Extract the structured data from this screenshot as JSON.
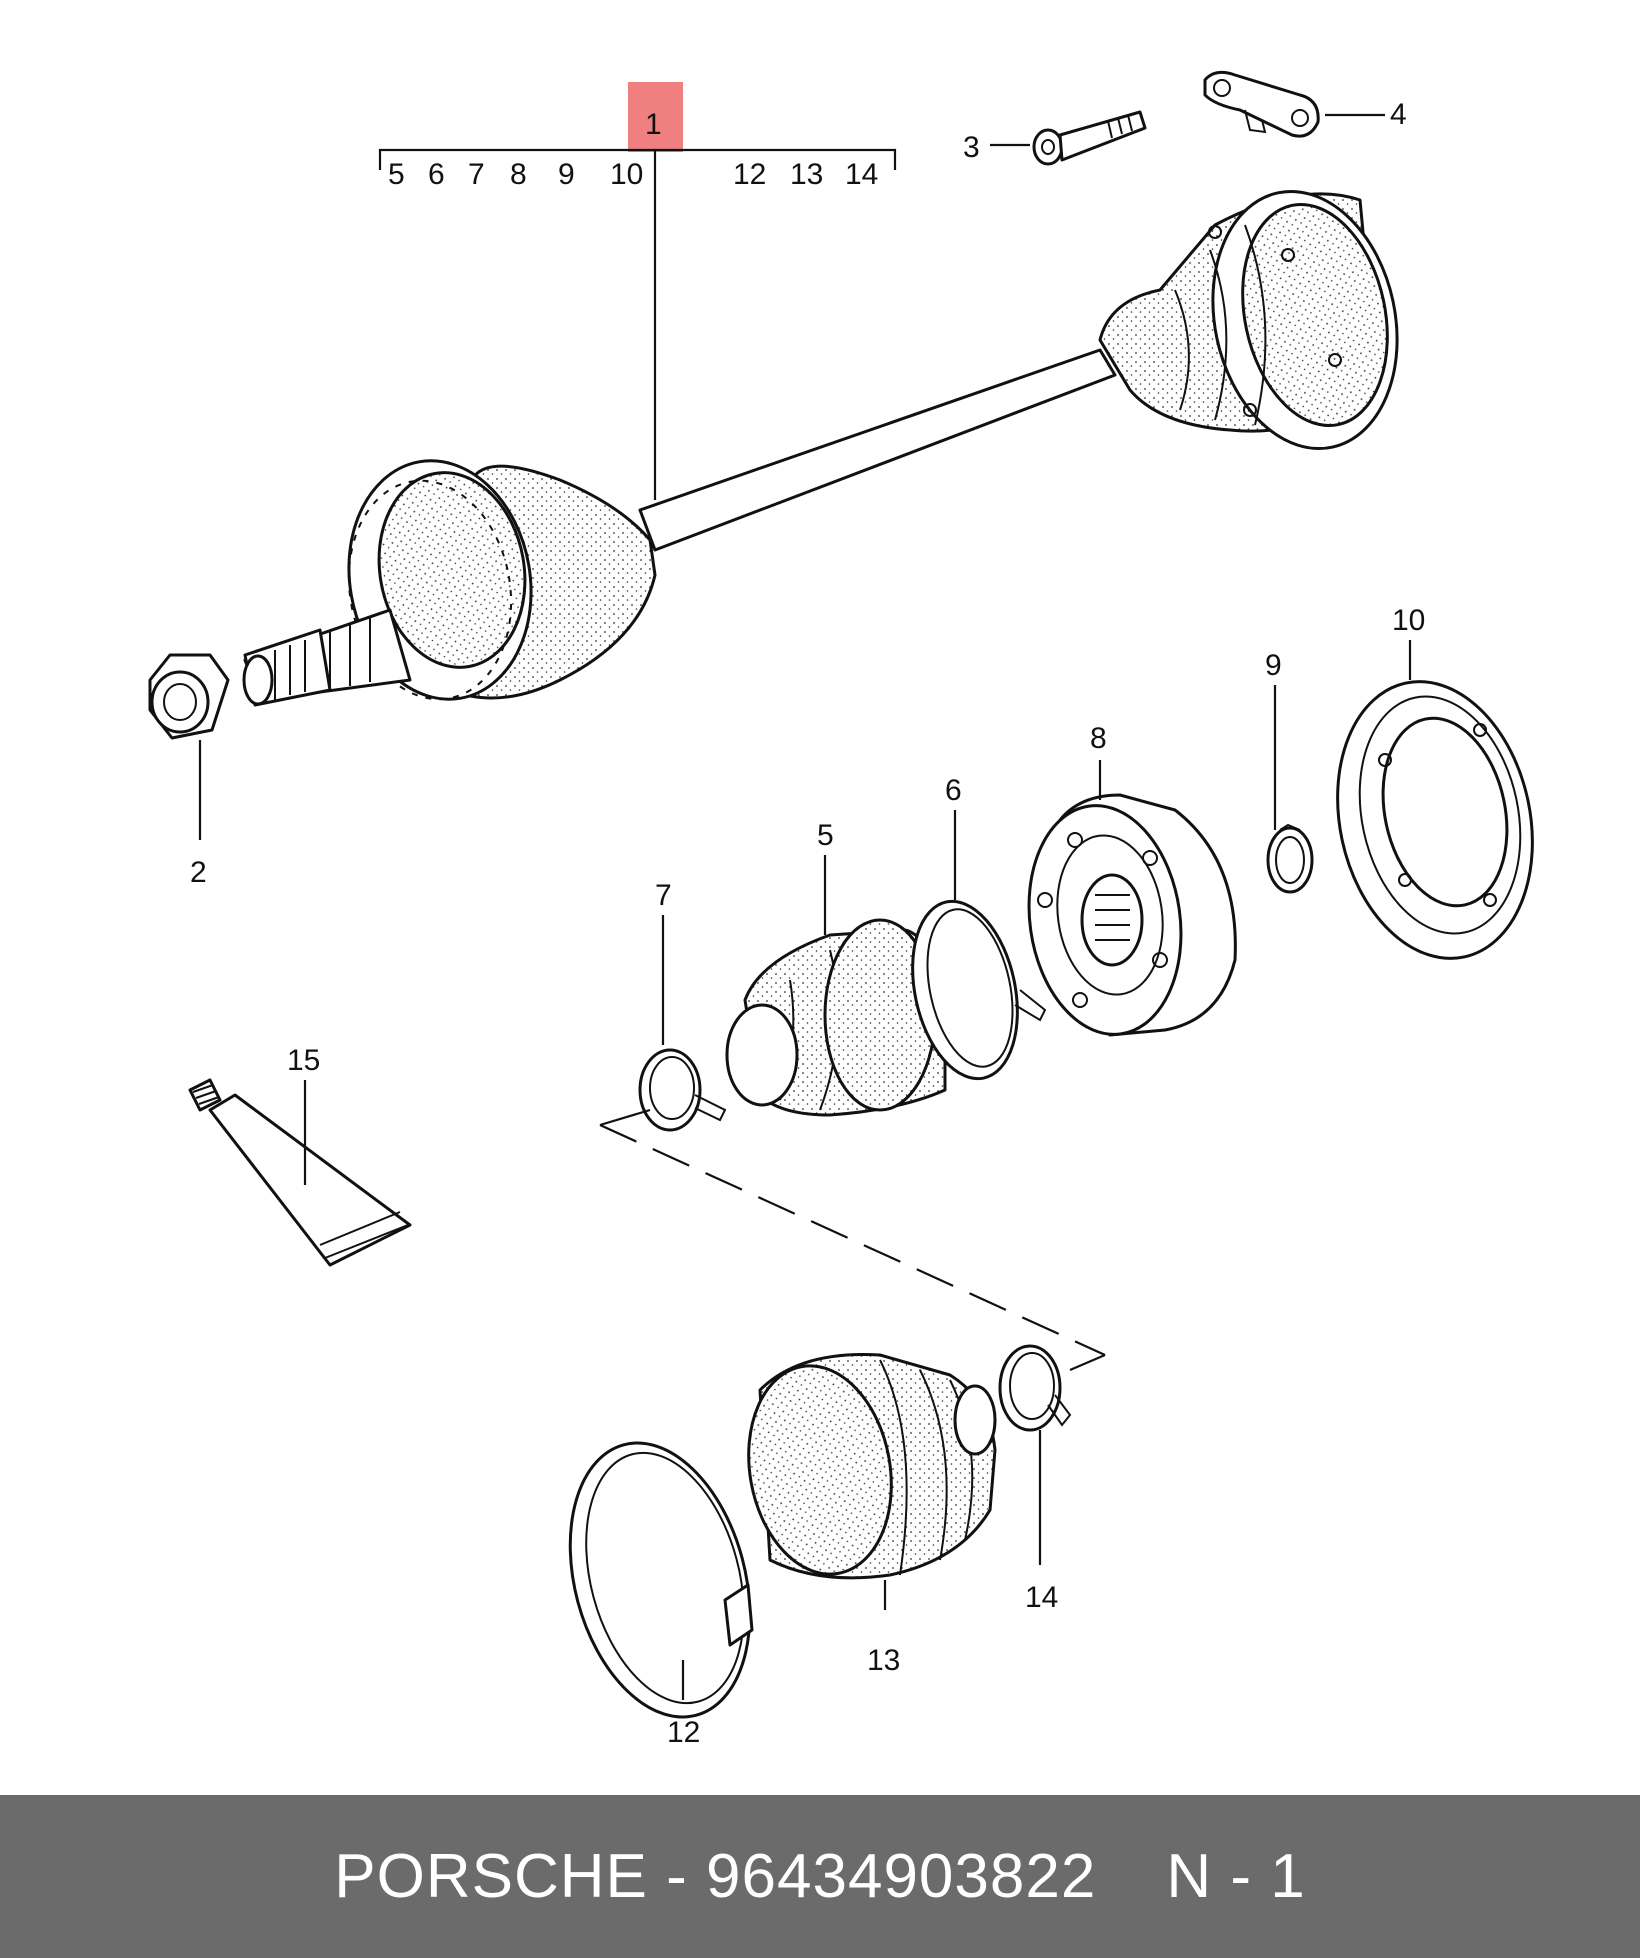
{
  "callouts": {
    "c1": "1",
    "c2": "2",
    "c3": "3",
    "c4": "4",
    "c5": "5",
    "c6": "6",
    "c7": "7",
    "c8": "8",
    "c9": "9",
    "c10": "10",
    "c12": "12",
    "c13": "13",
    "c14": "14",
    "c15": "15"
  },
  "bracket_items": [
    "5",
    "6",
    "7",
    "8",
    "9",
    "10",
    "12",
    "13",
    "14"
  ],
  "highlight_color": "#f08080",
  "footer": {
    "brand": "PORSCHE",
    "separator": "-",
    "part_number": "96434903822",
    "page_ref": "N - 1"
  }
}
